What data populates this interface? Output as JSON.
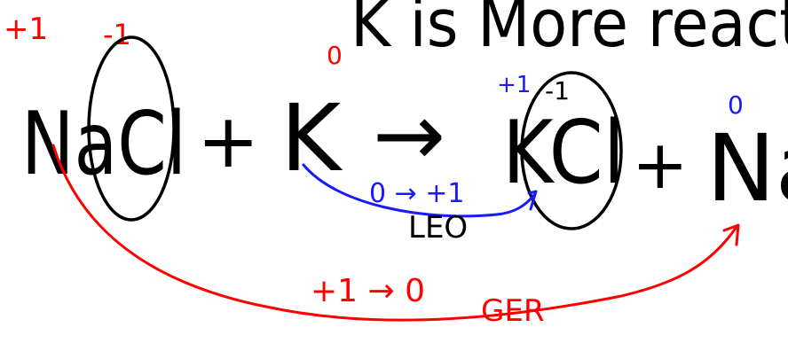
{
  "colors": {
    "ink": "#000000",
    "red": "#ff0000",
    "blue": "#1a1aff"
  },
  "header_note": "K is More react",
  "equation": {
    "reactant1": "NaCl",
    "plus1": "+",
    "reactant2": "K",
    "arrow": "→",
    "product1": "KCl",
    "plus2": "+",
    "product2": "Na"
  },
  "charges": {
    "na_reactant": "+1",
    "cl_reactant": "-1",
    "k_reactant": "0",
    "k_product": "+1",
    "cl_product": "-1",
    "na_product": "0"
  },
  "annotations": {
    "blue_change": "0 → +1",
    "blue_label": "LEO",
    "red_change": "+1 → 0",
    "red_label": "GER"
  }
}
